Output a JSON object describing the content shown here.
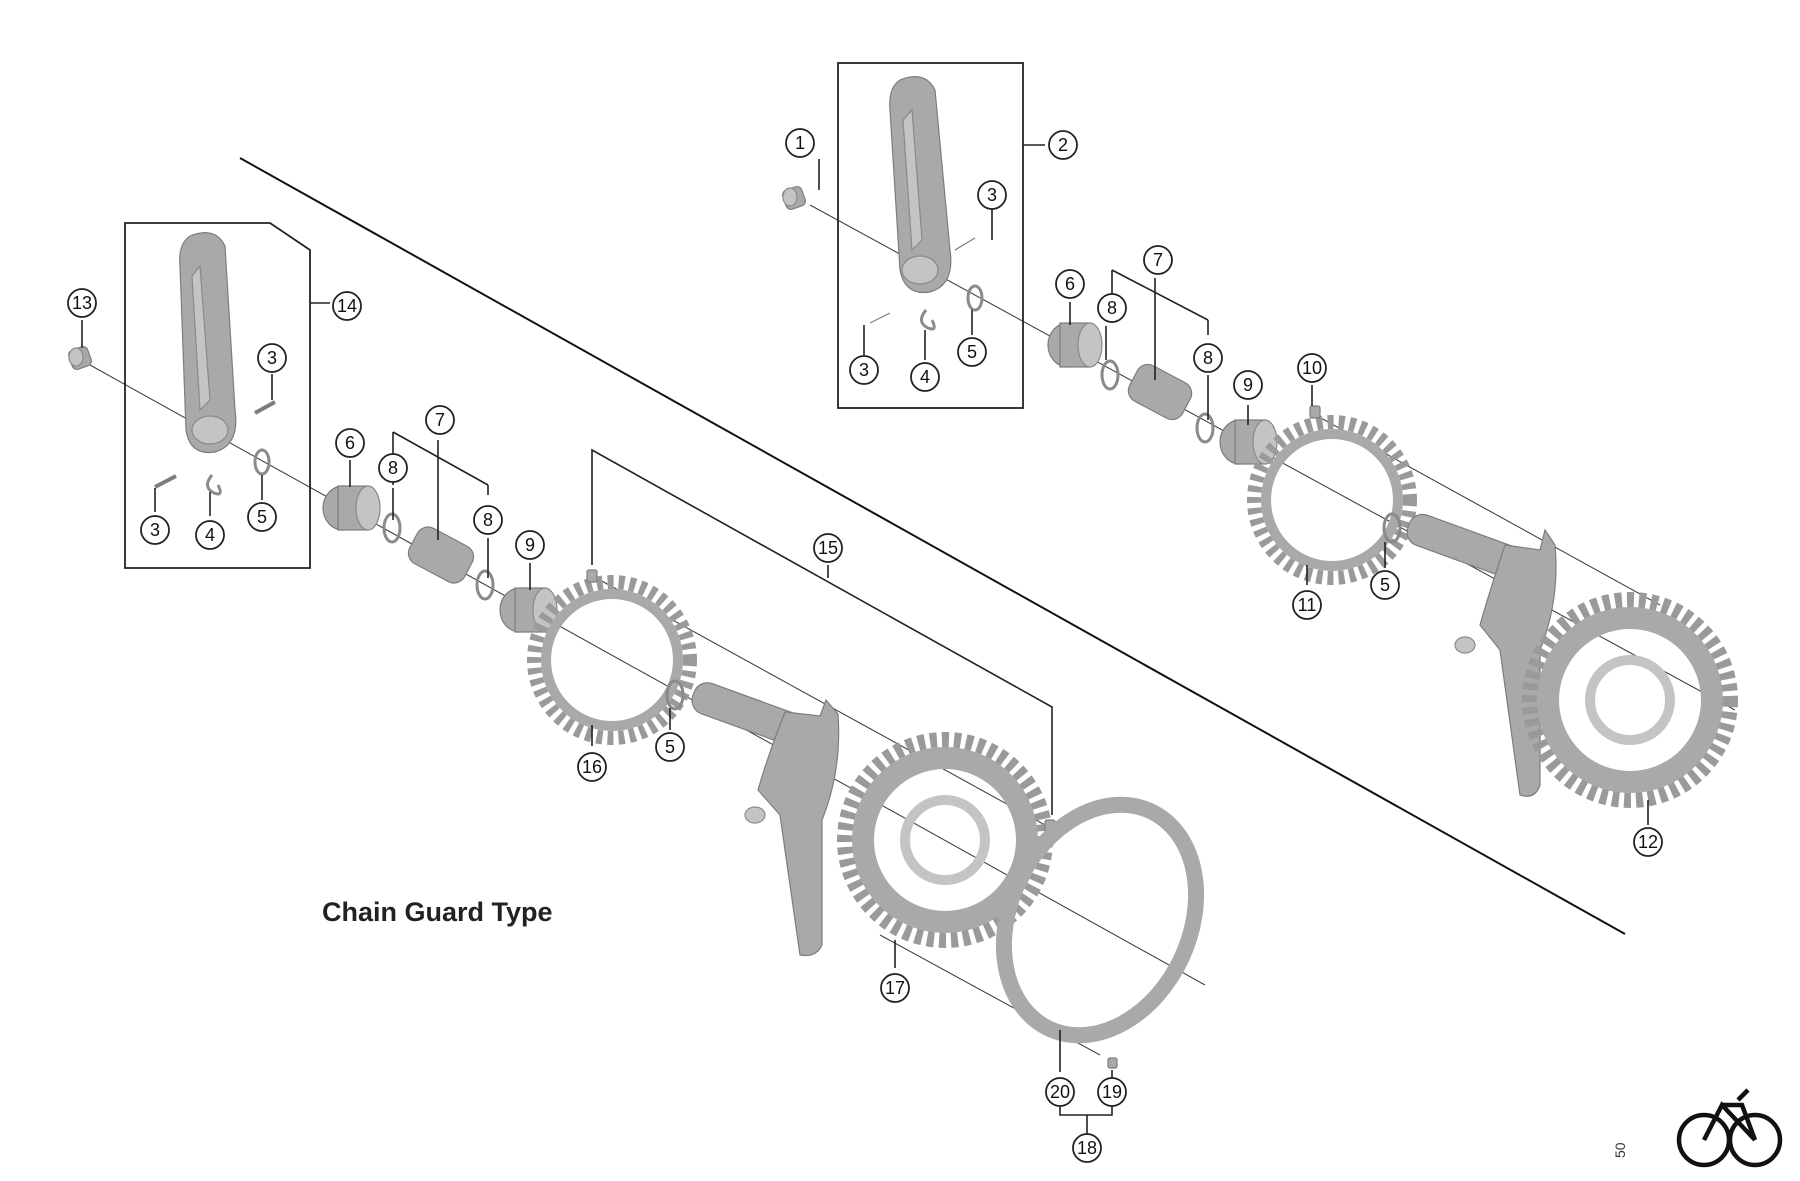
{
  "diagram": {
    "caption": "Chain Guard Type",
    "reference_code": "50",
    "callouts": [
      "1",
      "2",
      "3",
      "4",
      "5",
      "6",
      "7",
      "8",
      "9",
      "10",
      "11",
      "12",
      "13",
      "14",
      "15",
      "16",
      "17",
      "18",
      "19",
      "20"
    ]
  }
}
